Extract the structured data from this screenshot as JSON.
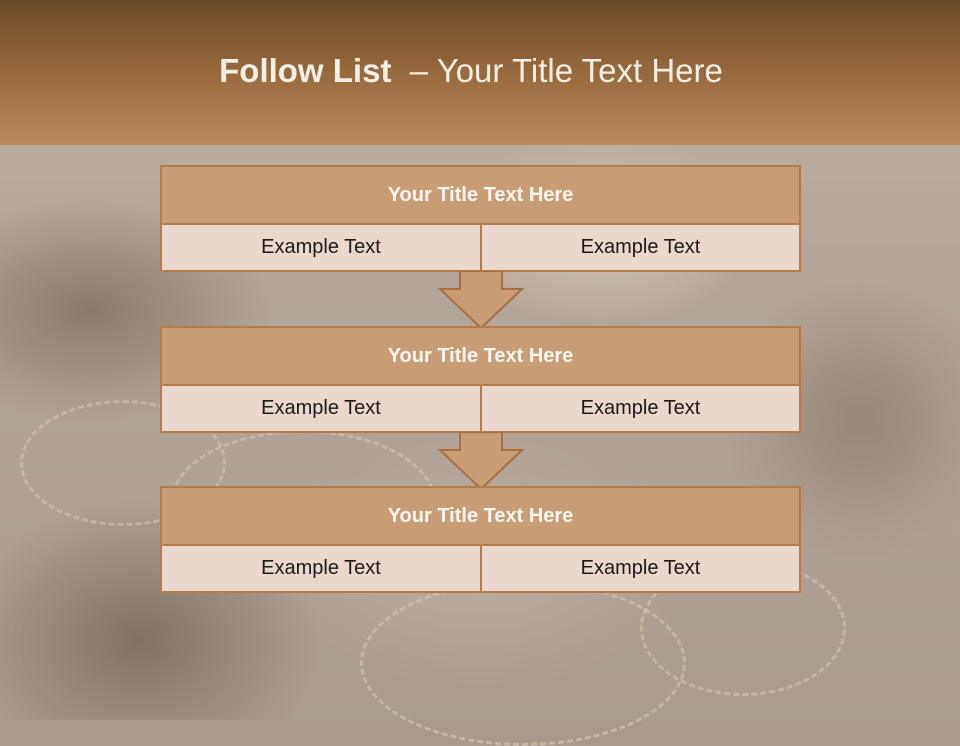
{
  "slide": {
    "title_bold": "Follow List",
    "title_rest": "  – Your Title Text Here"
  },
  "blocks": [
    {
      "title": "Your Title Text Here",
      "left": "Example Text",
      "right": "Example Text"
    },
    {
      "title": "Your Title Text Here",
      "left": "Example Text",
      "right": "Example Text"
    },
    {
      "title": "Your Title Text Here",
      "left": "Example Text",
      "right": "Example Text"
    }
  ],
  "colors": {
    "header": "#93663b",
    "block_title": "#c89d75",
    "block_border": "#b67b49",
    "cell": "#ead8cc",
    "arrow_fill": "#c89d75"
  },
  "icons": [
    "down-arrow-icon"
  ]
}
